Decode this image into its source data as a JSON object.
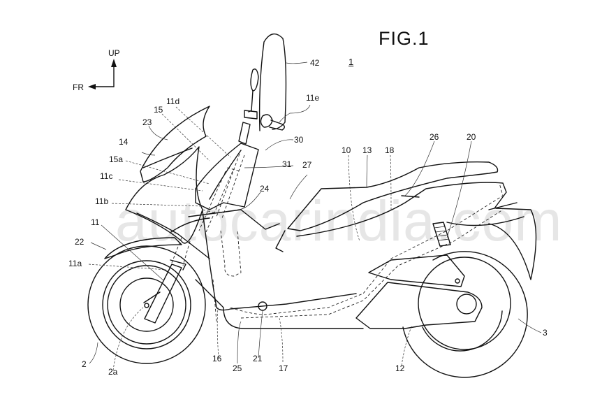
{
  "figure": {
    "title": "FIG.1",
    "reference_numeral": "1",
    "watermark": "autocarindia.com",
    "orientation": {
      "up_label": "UP",
      "front_label": "FR"
    },
    "labels": [
      {
        "id": "42",
        "text": "42"
      },
      {
        "id": "11e",
        "text": "11e"
      },
      {
        "id": "11d",
        "text": "11d"
      },
      {
        "id": "15",
        "text": "15"
      },
      {
        "id": "23",
        "text": "23"
      },
      {
        "id": "14",
        "text": "14"
      },
      {
        "id": "15a",
        "text": "15a"
      },
      {
        "id": "11c",
        "text": "11c"
      },
      {
        "id": "11b",
        "text": "11b"
      },
      {
        "id": "11",
        "text": "11"
      },
      {
        "id": "22",
        "text": "22"
      },
      {
        "id": "11a",
        "text": "11a"
      },
      {
        "id": "30",
        "text": "30"
      },
      {
        "id": "31",
        "text": "31"
      },
      {
        "id": "24",
        "text": "24"
      },
      {
        "id": "27",
        "text": "27"
      },
      {
        "id": "10",
        "text": "10"
      },
      {
        "id": "13",
        "text": "13"
      },
      {
        "id": "18",
        "text": "18"
      },
      {
        "id": "26",
        "text": "26"
      },
      {
        "id": "20",
        "text": "20"
      },
      {
        "id": "2",
        "text": "2"
      },
      {
        "id": "2a",
        "text": "2a"
      },
      {
        "id": "16",
        "text": "16"
      },
      {
        "id": "25",
        "text": "25"
      },
      {
        "id": "21",
        "text": "21"
      },
      {
        "id": "17",
        "text": "17"
      },
      {
        "id": "12",
        "text": "12"
      },
      {
        "id": "3",
        "text": "3"
      }
    ]
  }
}
